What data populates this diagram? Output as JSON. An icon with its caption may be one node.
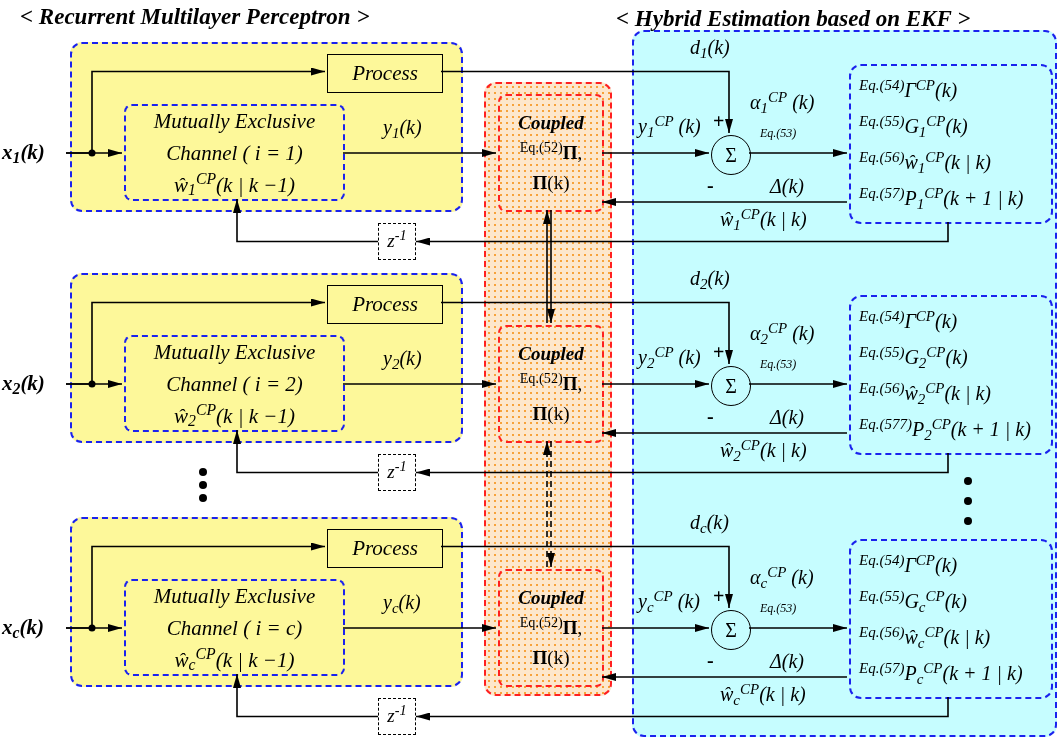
{
  "diagram": {
    "nodes": [
      {
        "text": [
          "< Hybrid Estimation based on EKF >"
        ]
      },
      {
        "text": [],
        "shape": "box"
      },
      {
        "text": [],
        "shape": "box"
      },
      {
        "text": [
          "x$_{1}$(k)"
        ]
      },
      {
        "text": [
          "Process"
        ],
        "in": 2
      },
      {
        "text": [
          "Mutually Exclusive Channel ( i = 1)",
          "ŵ$_{1}$$^{CP}$(k | k −1)"
        ],
        "in": 2
      },
      {
        "text": [
          "Coupled",
          "$^{Eq.(52)}$**Π**,",
          "**Π**(k)"
        ],
        "in": 1
      },
      {
        "text": [
          "Σ"
        ],
        "in": 0,
        "beside": [
          "+",
          "-"
        ]
      },
      {
        "text": [
          "$^{Eq.(54)}$Γ$^{CP}$(k)",
          "$^{Eq.(55)}$G$_{1}$$^{CP}$(k)",
          "$^{Eq.(56)}$ŵ$_{1}$$^{CP}$(k | k)",
          "$^{Eq.(57)}$P$_{1}$$^{CP}$(k + 1 | k)"
        ],
        "in": 0
      },
      {
        "text": [
          "z$^{-1}$"
        ]
      },
      {
        "text": [],
        "shape": "box"
      },
      {
        "text": [
          "x$_{2}$(k)"
        ]
      },
      {
        "text": [
          "Process"
        ],
        "in": 10
      },
      {
        "text": [
          "Mutually Exclusive Channel ( i = 2)",
          "ŵ$_{2}$$^{CP}$(k | k −1)"
        ],
        "in": 10
      },
      {
        "text": [
          "Coupled",
          "$^{Eq.(52)}$**Π**,",
          "**Π**(k)"
        ],
        "in": 1
      },
      {
        "text": [
          "Σ"
        ],
        "in": 0,
        "beside": [
          "+",
          "-"
        ]
      },
      {
        "text": [
          "$^{Eq.(54)}$Γ$^{CP}$(k)",
          "$^{Eq.(55)}$G$_{2}$$^{CP}$(k)",
          "$^{Eq.(56)}$ŵ$_{2}$$^{CP}$(k | k)",
          "$^{Eq.(577)}$P$_{2}$$^{CP}$(k + 1 | k)"
        ],
        "in": 0
      },
      {
        "text": [
          "z$^{-1}$"
        ]
      },
      {
        "text": [],
        "shape": "box"
      },
      {
        "text": [
          "x$_{c}$(k)"
        ]
      },
      {
        "text": [
          "Process"
        ],
        "in": 18
      },
      {
        "text": [
          "Mutually Exclusive Channel ( i = c)",
          "ŵ$_{c}$$^{CP}$(k | k −1)"
        ],
        "in": 18
      },
      {
        "text": [
          "Coupled",
          "$^{Eq.(52)}$**Π**,",
          "**Π**(k)"
        ],
        "in": 1
      },
      {
        "text": [
          "Σ"
        ],
        "in": 0,
        "beside": [
          "+",
          "-"
        ]
      },
      {
        "text": [
          "$^{Eq.(54)}$Γ$^{CP}$(k)",
          "$^{Eq.(55)}$G$_{c}$$^{CP}$(k)",
          "$^{Eq.(56)}$ŵ$_{c}$$^{CP}$(k | k)",
          "$^{Eq.(57)}$P$_{c}$$^{CP}$(k + 1 | k)"
        ],
        "in": 0
      },
      {
        "text": [
          "z$^{-1}$"
        ]
      }
    ],
    "edges": [
      {
        "from": 3,
        "to": 5,
        "arrow": "to"
      },
      {
        "from": 3,
        "to": 4,
        "arrow": "to"
      },
      {
        "from": 4,
        "to": 7,
        "arrow": "to",
        "label": "d$_{1}$(k)"
      },
      {
        "from": 5,
        "to": 6,
        "arrow": "to",
        "label": "y$_{1}$(k)"
      },
      {
        "from": 6,
        "to": 7,
        "arrow": "to",
        "label": "y$_{1}$$^{CP}$ (k)"
      },
      {
        "from": 7,
        "to": 8,
        "arrow": "to",
        "label": "α$_{1}$$^{CP}$ (k)"
      },
      {
        "from": 8,
        "to": 6,
        "arrow": "to",
        "label": "Δ(k)"
      },
      {
        "from": 8,
        "to": 9,
        "arrow": "to",
        "label": "ŵ$_{1}$$^{CP}$(k | k)"
      },
      {
        "from": 9,
        "to": 5,
        "arrow": "to"
      },
      {
        "from": 11,
        "to": 13,
        "arrow": "to"
      },
      {
        "from": 11,
        "to": 12,
        "arrow": "to"
      },
      {
        "from": 12,
        "to": 15,
        "arrow": "to",
        "label": "d$_{2}$(k)"
      },
      {
        "from": 13,
        "to": 14,
        "arrow": "to",
        "label": "y$_{2}$(k)"
      },
      {
        "from": 14,
        "to": 15,
        "arrow": "to",
        "label": "y$_{2}$$^{CP}$ (k)"
      },
      {
        "from": 15,
        "to": 16,
        "arrow": "to",
        "label": "α$_{2}$$^{CP}$ (k)"
      },
      {
        "from": 16,
        "to": 14,
        "arrow": "to",
        "label": "Δ(k)"
      },
      {
        "from": 16,
        "to": 17,
        "arrow": "to",
        "label": "ŵ$_{2}$$^{CP}$(k | k)"
      },
      {
        "from": 17,
        "to": 13,
        "arrow": "to"
      },
      {
        "from": 19,
        "to": 21,
        "arrow": "to"
      },
      {
        "from": 19,
        "to": 20,
        "arrow": "to"
      },
      {
        "from": 20,
        "to": 23,
        "arrow": "to",
        "label": "d$_{c}$(k)"
      },
      {
        "from": 21,
        "to": 22,
        "arrow": "to",
        "label": "y$_{c}$(k)"
      },
      {
        "from": 22,
        "to": 23,
        "arrow": "to",
        "label": "y$_{c}$$^{CP}$ (k)"
      },
      {
        "from": 23,
        "to": 24,
        "arrow": "to",
        "label": "α$_{c}$$^{CP}$ (k)"
      },
      {
        "from": 24,
        "to": 22,
        "arrow": "to",
        "label": "Δ(k)"
      },
      {
        "from": 24,
        "to": 25,
        "arrow": "to",
        "label": "ŵ$_{c}$$^{CP}$(k | k)"
      },
      {
        "from": 25,
        "to": 21,
        "arrow": "to"
      },
      {
        "from": 6,
        "to": 14,
        "arrow": "both"
      },
      {
        "from": 14,
        "to": 22,
        "arrow": "both",
        "style": "dashed"
      }
    ],
    "labels": [
      "< Recurrent Multilayer Perceptron >",
      "Eq.(53)",
      "Eq.(53)",
      "Eq.(53)"
    ]
  }
}
